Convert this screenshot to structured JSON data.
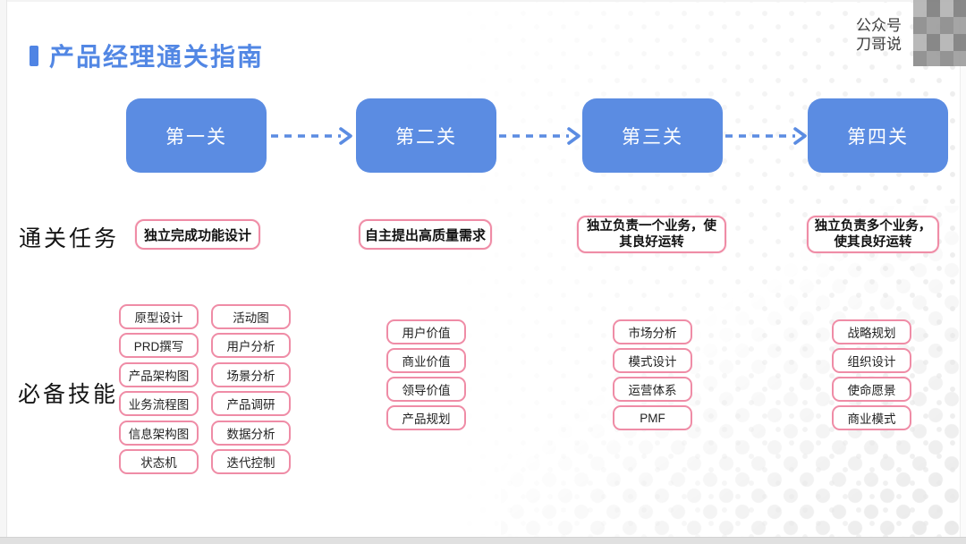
{
  "page": {
    "title": "产品经理通关指南",
    "watermark_line1": "公众号",
    "watermark_line2": "刀哥说"
  },
  "colors": {
    "accent_blue": "#5b8ce2",
    "title_blue": "#4f84e4",
    "pink_border": "#ef8ca6",
    "dot_gray": "#ededed"
  },
  "levels": [
    {
      "label": "第一关"
    },
    {
      "label": "第二关"
    },
    {
      "label": "第三关"
    },
    {
      "label": "第四关"
    }
  ],
  "row_labels": {
    "tasks": "通关任务",
    "skills": "必备技能"
  },
  "tasks": [
    "独立完成功能设计",
    "自主提出高质量需求",
    "独立负责一个业务，使\n其良好运转",
    "独立负责多个业务，\n使其良好运转"
  ],
  "skills": {
    "level1_col1": [
      "原型设计",
      "PRD撰写",
      "产品架构图",
      "业务流程图",
      "信息架构图",
      "状态机"
    ],
    "level1_col2": [
      "活动图",
      "用户分析",
      "场景分析",
      "产品调研",
      "数据分析",
      "迭代控制"
    ],
    "level2": [
      "用户价值",
      "商业价值",
      "领导价值",
      "产品规划"
    ],
    "level3": [
      "市场分析",
      "模式设计",
      "运营体系",
      "PMF"
    ],
    "level4": [
      "战略规划",
      "组织设计",
      "使命愿景",
      "商业模式"
    ]
  }
}
